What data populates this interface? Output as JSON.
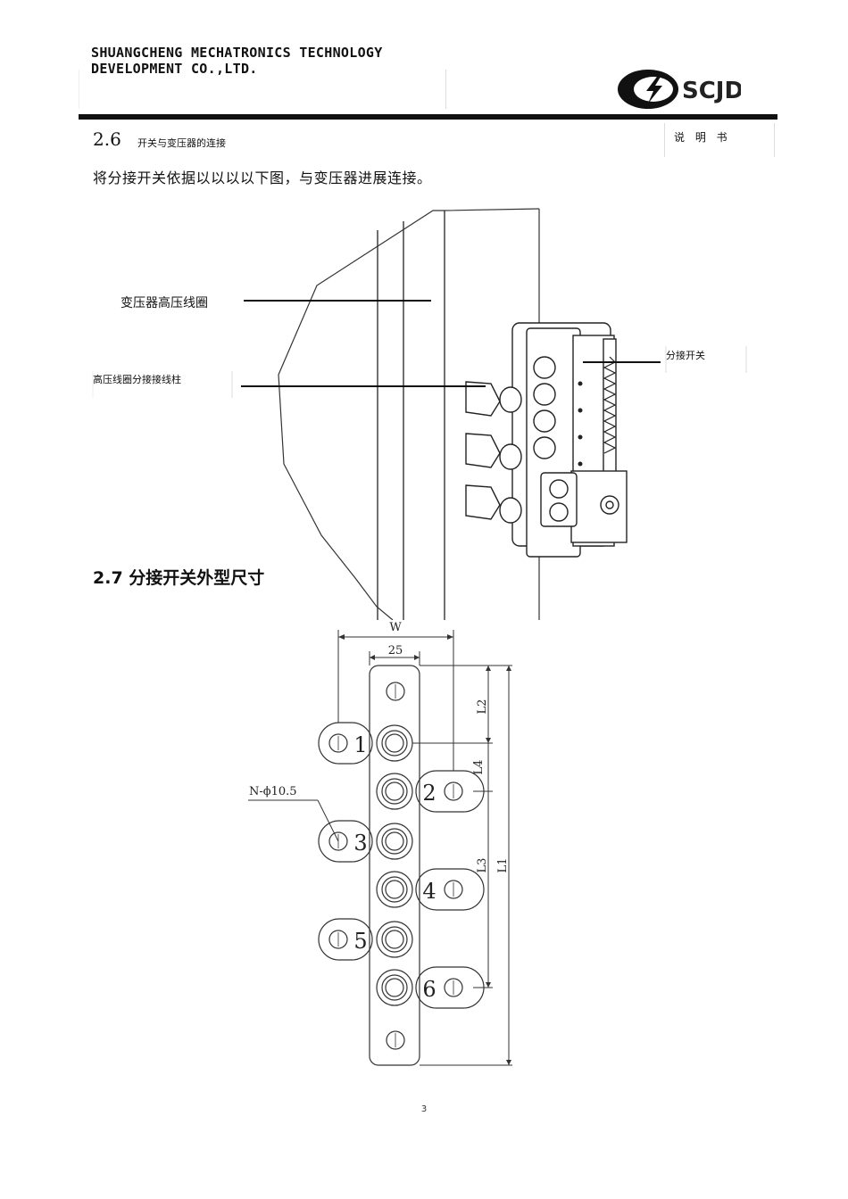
{
  "header": {
    "company_line1": "SHUANGCHENG MECHATRONICS TECHNOLOGY",
    "company_line2": "DEVELOPMENT CO.,LTD.",
    "logo_text": "SCJD",
    "doc_type": "说 明 书"
  },
  "section_2_6": {
    "number": "2.6",
    "title": "开关与变压器的连接",
    "text": "将分接开关依据以以以以下图，与变压器进展连接。"
  },
  "figure1": {
    "label_coil": "变压器高压线圈",
    "label_terminal": "高压线圈分接接线柱",
    "label_switch": "分接开关"
  },
  "section_2_7": {
    "heading": "2.7 分接开关外型尺寸"
  },
  "figure2": {
    "dim_w": "W",
    "dim_25": "25",
    "dim_hole": "N-ϕ10.5",
    "dim_l1": "L1",
    "dim_l2": "L2",
    "dim_l3": "L3",
    "dim_l4": "L4",
    "terminals": [
      "1",
      "2",
      "3",
      "4",
      "5",
      "6"
    ]
  },
  "footer": {
    "page_number": "3"
  },
  "colors": {
    "ink": "#111111",
    "line": "#333333",
    "rule": "#111111"
  },
  "icons": [
    "lightning-logo-icon"
  ]
}
